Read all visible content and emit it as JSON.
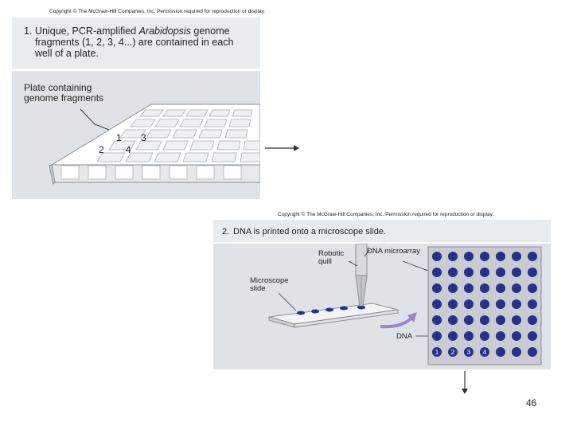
{
  "copyright_1": "Copyright © The McGraw-Hill Companies, Inc. Permission required for reproduction or display.",
  "copyright_2": "Copyright © The McGraw-Hill Companies, Inc. Permission required for reproduction or display.",
  "step1": {
    "number": "1.",
    "line1_pre": "Unique, PCR-amplified ",
    "line1_italic": "Arabidopsis",
    "line1_post": " genome",
    "line2": "fragments (1, 2, 3, 4...) are contained in each",
    "line3": "well of a plate."
  },
  "plate_label": {
    "line1": "Plate containing",
    "line2": "genome fragments"
  },
  "well_labels": [
    "1",
    "3",
    "2",
    "4"
  ],
  "step2": {
    "number": "2.",
    "text": "DNA is printed onto a microscope slide."
  },
  "labels": {
    "robotic_quill_1": "Robotic",
    "robotic_quill_2": "quill",
    "microscope_slide_1": "Microscope",
    "microscope_slide_2": "slide",
    "dna_microarray": "DNA microarray",
    "dna": "DNA"
  },
  "spot_numbers": [
    "1",
    "2",
    "3",
    "4"
  ],
  "page_number": "46",
  "colors": {
    "spot": "#2a2f8f",
    "panel_light": "#e9ecef",
    "panel_dark": "#dfe3e7",
    "arrow": "#333333"
  }
}
